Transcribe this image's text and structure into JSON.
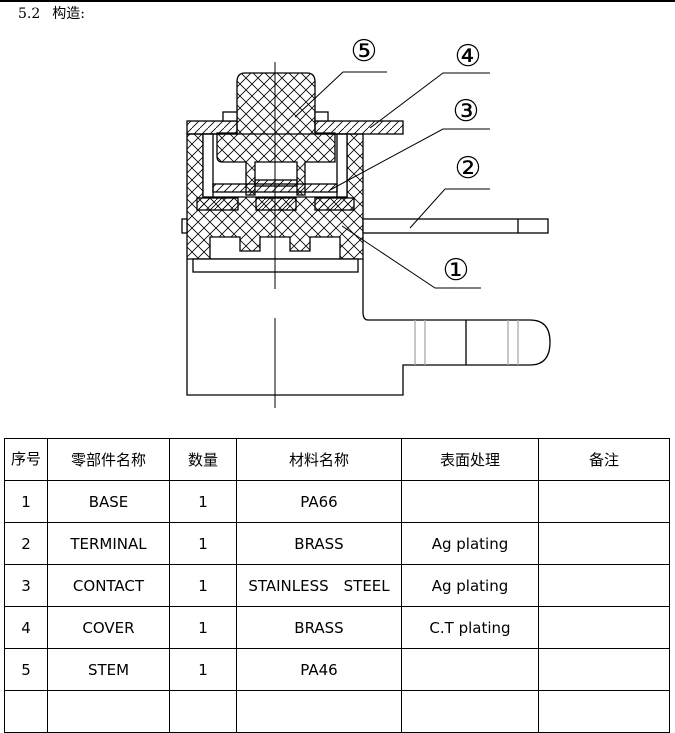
{
  "section": {
    "number": "5.2",
    "title": "构造:"
  },
  "drawing": {
    "callouts": [
      "①",
      "②",
      "③",
      "④",
      "⑤"
    ]
  },
  "table": {
    "headers": [
      "序号",
      "零部件名称",
      "数量",
      "材料名称",
      "表面处理",
      "备注"
    ],
    "rows": [
      {
        "no": "1",
        "part": "BASE",
        "qty": "1",
        "material": "PA66",
        "surface": "",
        "note": ""
      },
      {
        "no": "2",
        "part": "TERMINAL",
        "qty": "1",
        "material": "BRASS",
        "surface": "Ag plating",
        "note": ""
      },
      {
        "no": "3",
        "part": "CONTACT",
        "qty": "1",
        "material": "STAINLESS　STEEL",
        "surface": "Ag plating",
        "note": ""
      },
      {
        "no": "4",
        "part": "COVER",
        "qty": "1",
        "material": "BRASS",
        "surface": "C.T plating",
        "note": ""
      },
      {
        "no": "5",
        "part": "STEM",
        "qty": "1",
        "material": "PA46",
        "surface": "",
        "note": ""
      },
      {
        "no": "",
        "part": "",
        "qty": "",
        "material": "",
        "surface": "",
        "note": ""
      }
    ]
  }
}
